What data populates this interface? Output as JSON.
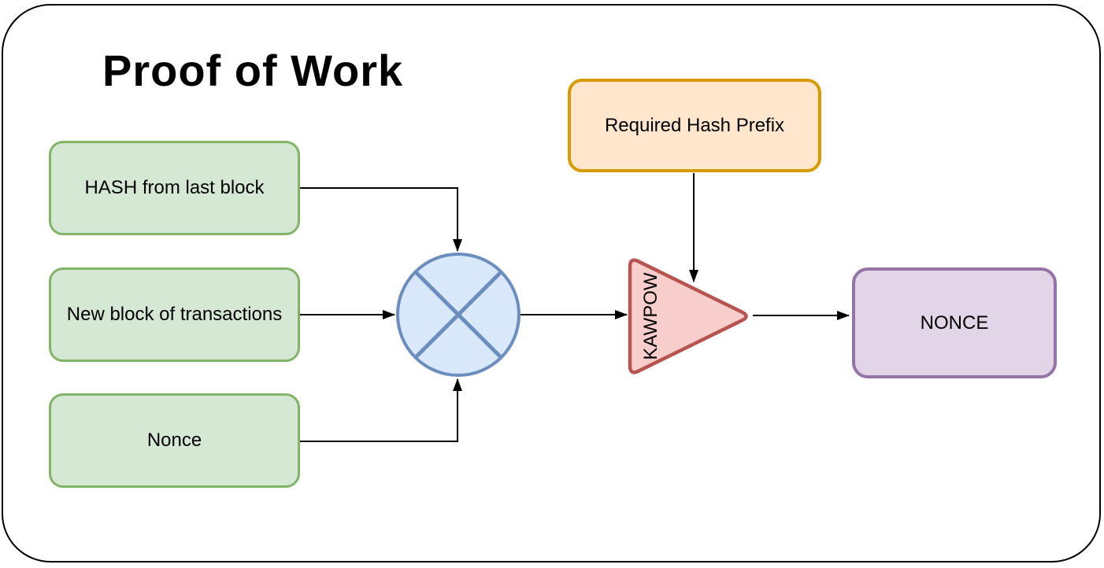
{
  "title": "Proof of Work",
  "palette": {
    "green_fill": "#d5e8d4",
    "green_stroke": "#82b366",
    "blue_fill": "#dae8fc",
    "blue_stroke": "#6c8ebf",
    "orange_fill": "#ffe6cc",
    "orange_stroke": "#d79b00",
    "red_fill": "#f8cecc",
    "red_stroke": "#b85450",
    "purple_fill": "#e1d5e7",
    "purple_stroke": "#9673a6",
    "line": "#000000",
    "background": "#ffffff",
    "border": "#000000"
  },
  "nodes": {
    "hash_last_block": {
      "label": "HASH from last block"
    },
    "new_block": {
      "label": "New block of transactions"
    },
    "nonce_input": {
      "label": "Nonce"
    },
    "required_hash_prefix": {
      "label": "Required Hash Prefix"
    },
    "kawpow": {
      "label": "KAWPOW"
    },
    "nonce_output": {
      "label": "NONCE"
    }
  }
}
